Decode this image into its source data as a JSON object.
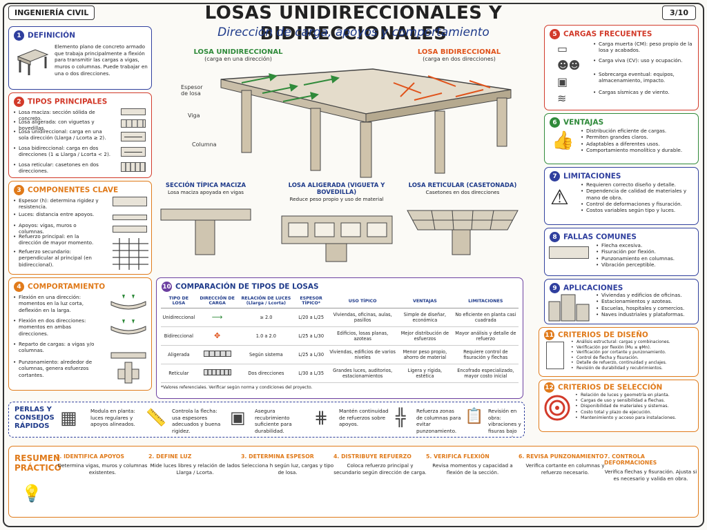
{
  "header": {
    "tag": "INGENIERÍA CIVIL",
    "title": "LOSAS UNIDIRECCIONALES Y BIDIRECCIONALES",
    "subtitle": "Dirección de carga, apoyos y comportamiento",
    "page": "3/10"
  },
  "hero": {
    "uni_title": "LOSA UNIDIRECCIONAL",
    "uni_sub": "(carga en una dirección)",
    "bi_title": "LOSA BIDIRECCIONAL",
    "bi_sub": "(carga en dos direcciones)",
    "label_espesor": "Espesor de losa",
    "label_viga": "Viga",
    "label_columna": "Columna"
  },
  "sections": [
    {
      "title": "SECCIÓN TÍPICA MACIZA",
      "sub": "Losa maciza apoyada en vigas"
    },
    {
      "title": "LOSA ALIGERADA (VIGUETA Y BOVEDILLA)",
      "sub": "Reduce peso propio y uso de material"
    },
    {
      "title": "LOSA RETICULAR (CASETONADA)",
      "sub": "Casetones en dos direcciones"
    }
  ],
  "definicion": {
    "num": "1",
    "title": "DEFINICIÓN",
    "text": "Elemento plano de concreto armado que trabaja principalmente a flexión para transmitir las cargas a vigas, muros o columnas. Puede trabajar en una o dos direcciones."
  },
  "tipos": {
    "num": "2",
    "title": "TIPOS PRINCIPALES",
    "items": [
      "Losa maciza: sección sólida de concreto.",
      "Losa aligerada: con viguetas y bovedillas.",
      "Losa unidireccional: carga en una sola dirección (Llarga / Lcorta ≥ 2).",
      "Losa bidireccional: carga en dos direcciones (1 ≤ Llarga / Lcorta < 2).",
      "Losa reticular: casetones en dos direcciones."
    ]
  },
  "componentes": {
    "num": "3",
    "title": "COMPONENTES CLAVE",
    "items": [
      "Espesor (h): determina rigidez y resistencia.",
      "Luces: distancia entre apoyos.",
      "Apoyos: vigas, muros o columnas.",
      "Refuerzo principal: en la dirección de mayor momento.",
      "Refuerzo secundario: perpendicular al principal (en bidireccional)."
    ]
  },
  "comportamiento": {
    "num": "4",
    "title": "COMPORTAMIENTO",
    "items": [
      "Flexión en una dirección: momentos en la luz corta, deflexión en la larga.",
      "Flexión en dos direcciones: momentos en ambas direcciones.",
      "Reparto de cargas: a vigas y/o columnas.",
      "Punzonamiento: alrededor de columnas, genera esfuerzos cortantes."
    ]
  },
  "cargas": {
    "num": "5",
    "title": "CARGAS FRECUENTES",
    "items": [
      "Carga muerta (CM): peso propio de la losa y acabados.",
      "Carga viva (CV): uso y ocupación.",
      "Sobrecarga eventual: equipos, almacenamiento, impacto.",
      "Cargas sísmicas y de viento."
    ]
  },
  "ventajas": {
    "num": "6",
    "title": "VENTAJAS",
    "items": [
      "Distribución eficiente de cargas.",
      "Permiten grandes claros.",
      "Adaptables a diferentes usos.",
      "Comportamiento monolítico y durable."
    ]
  },
  "limitaciones": {
    "num": "7",
    "title": "LIMITACIONES",
    "items": [
      "Requieren correcto diseño y detalle.",
      "Dependencia de calidad de materiales y mano de obra.",
      "Control de deformaciones y fisuración.",
      "Costos variables según tipo y luces."
    ]
  },
  "fallas": {
    "num": "8",
    "title": "FALLAS COMUNES",
    "items": [
      "Flecha excesiva.",
      "Fisuración por flexión.",
      "Punzonamiento en columnas.",
      "Vibración perceptible."
    ]
  },
  "aplicaciones": {
    "num": "9",
    "title": "APLICACIONES",
    "items": [
      "Viviendas y edificios de oficinas.",
      "Estacionamientos y azoteas.",
      "Escuelas, hospitales y comercios.",
      "Naves industriales y plataformas."
    ]
  },
  "criterios_diseno": {
    "num": "11",
    "title": "CRITERIOS DE DISEÑO",
    "items": [
      "Análisis estructural: cargas y combinaciones.",
      "Verificación por flexión (Mu ≤ φMn).",
      "Verificación por cortante y punzonamiento.",
      "Control de flecha y fisuración.",
      "Detalle de refuerzo, continuidad y anclajes.",
      "Revisión de durabilidad y recubrimientos."
    ]
  },
  "criterios_seleccion": {
    "num": "12",
    "title": "CRITERIOS DE SELECCIÓN",
    "items": [
      "Relación de luces y geometría en planta.",
      "Cargas de uso y sensibilidad a flechas.",
      "Disponibilidad de materiales y sistemas.",
      "Costo total y plazo de ejecución.",
      "Mantenimiento y acceso para instalaciones."
    ]
  },
  "comparacion": {
    "num": "10",
    "title": "COMPARACIÓN DE TIPOS DE LOSAS",
    "headers": [
      "TIPO DE LOSA",
      "DIRECCIÓN DE CARGA",
      "RELACIÓN DE LUCES (Llarga / Lcorta)",
      "ESPESOR TÍPICO*",
      "USO TÍPICO",
      "VENTAJAS",
      "LIMITACIONES"
    ],
    "rows": [
      [
        "Unidireccional",
        "",
        "≥ 2.0",
        "L/20 a L/25",
        "Viviendas, oficinas, aulas, pasillos",
        "Simple de diseñar, económica",
        "No eficiente en planta casi cuadrada"
      ],
      [
        "Bidireccional",
        "",
        "1.0 a 2.0",
        "L/25 a L/30",
        "Edificios, losas planas, azoteas",
        "Mejor distribución de esfuerzos",
        "Mayor análisis y detalle de refuerzo"
      ],
      [
        "Aligerada",
        "",
        "Según sistema",
        "L/25 a L/30",
        "Viviendas, edificios de varios niveles",
        "Menor peso propio, ahorro de material",
        "Requiere control de fisuración y flechas"
      ],
      [
        "Reticular",
        "",
        "Dos direcciones",
        "L/30 a L/35",
        "Grandes luces, auditorios, estacionamientos",
        "Ligera y rígida, estética",
        "Encofrado especializado, mayor costo inicial"
      ]
    ],
    "note": "*Valores referenciales. Verificar según norma y condiciones del proyecto."
  },
  "perlas": {
    "title": "PERLAS Y CONSEJOS RÁPIDOS",
    "items": [
      "Modula en planta: luces regulares y apoyos alineados.",
      "Controla la flecha: usa espesores adecuados y buena rigidez.",
      "Asegura recubrimiento suficiente para durabilidad.",
      "Mantén continuidad de refuerzos sobre apoyos.",
      "Refuerza zonas de columnas para evitar punzonamiento.",
      "Revisión en obra: vibraciones y fisuras bajo carga real."
    ]
  },
  "resumen": {
    "title": "RESUMEN PRÁCTICO",
    "steps": [
      {
        "t": "1. IDENTIFICA APOYOS",
        "d": "Determina vigas, muros y columnas existentes."
      },
      {
        "t": "2. DEFINE LUZ",
        "d": "Mide luces libres y relación de lados Llarga / Lcorta."
      },
      {
        "t": "3. DETERMINA ESPESOR",
        "d": "Selecciona h según luz, cargas y tipo de losa."
      },
      {
        "t": "4. DISTRIBUYE REFUERZO",
        "d": "Coloca refuerzo principal y secundario según dirección de carga."
      },
      {
        "t": "5. VERIFICA FLEXIÓN",
        "d": "Revisa momentos y capacidad a flexión de la sección."
      },
      {
        "t": "6. REVISA PUNZONAMIENTO",
        "d": "Verifica cortante en columnas y refuerzo necesario."
      },
      {
        "t": "7. CONTROLA DEFORMACIONES",
        "d": "Verifica flechas y fisuración. Ajusta si es necesario y valida en obra."
      }
    ]
  }
}
